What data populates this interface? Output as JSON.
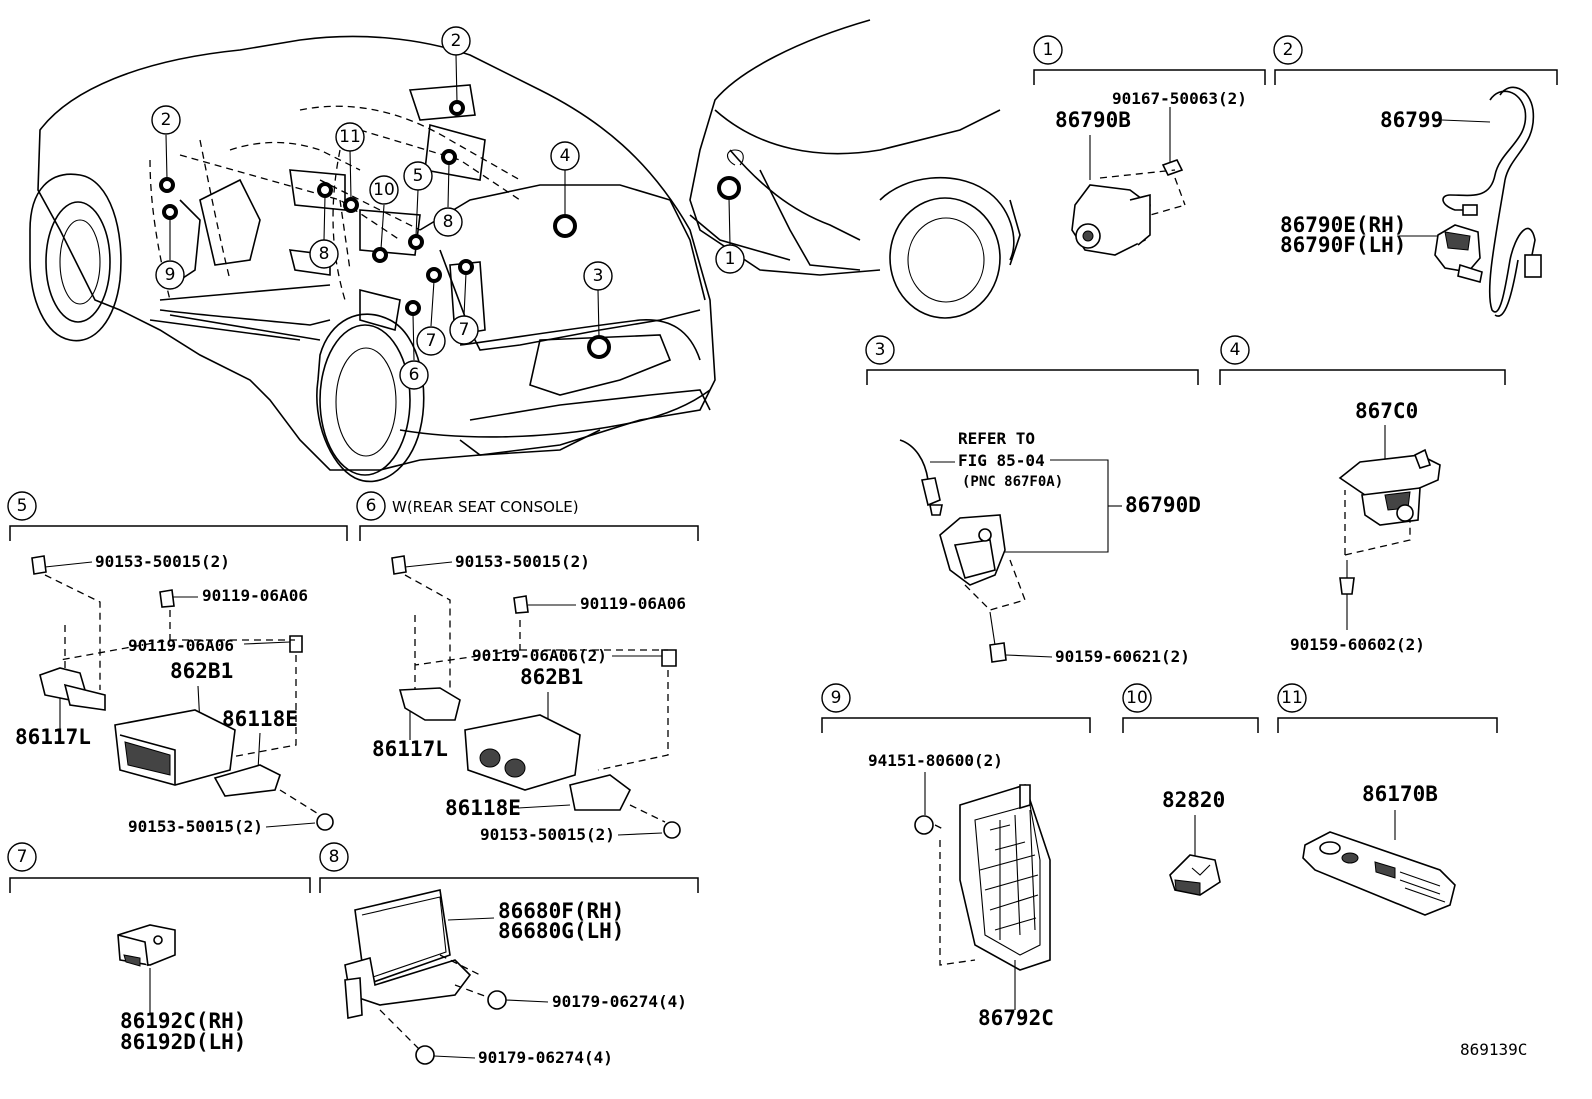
{
  "figure_code": "869139C",
  "sections": [
    {
      "id": "1",
      "title": ""
    },
    {
      "id": "2",
      "title": ""
    },
    {
      "id": "3",
      "title": ""
    },
    {
      "id": "4",
      "title": ""
    },
    {
      "id": "5",
      "title": ""
    },
    {
      "id": "6",
      "title": "W(REAR SEAT CONSOLE)"
    },
    {
      "id": "7",
      "title": ""
    },
    {
      "id": "8",
      "title": ""
    },
    {
      "id": "9",
      "title": ""
    },
    {
      "id": "10",
      "title": ""
    },
    {
      "id": "11",
      "title": ""
    }
  ],
  "overview_callouts": [
    "1",
    "2",
    "2",
    "3",
    "4",
    "5",
    "6",
    "7",
    "7",
    "8",
    "8",
    "9",
    "10",
    "11"
  ],
  "parts": {
    "s1_bolt": "90167-50063(2)",
    "s1_camera": "86790B",
    "s2_cable": "86799",
    "s2_cam_rh": "86790E(RH)",
    "s2_cam_lh": "86790F(LH)",
    "s3_refer_1": "REFER TO",
    "s3_refer_2": "FIG 85-04",
    "s3_refer_3": "(PNC 867F0A)",
    "s3_camera": "86790D",
    "s3_screw": "90159-60621(2)",
    "s4_unit": "867C0",
    "s4_screw": "90159-60602(2)",
    "s5_bolt_a": "90153-50015(2)",
    "s5_bolt_b": "90119-06A06",
    "s5_bolt_c": "90119-06A06",
    "s5_unit": "862B1",
    "s5_bracket_r": "86118E",
    "s5_bracket_l": "86117L",
    "s5_bolt_d": "90153-50015(2)",
    "s6_bolt_a": "90153-50015(2)",
    "s6_bolt_b": "90119-06A06",
    "s6_bolt_c": "90119-06A06(2)",
    "s6_unit": "862B1",
    "s6_bracket_l": "86117L",
    "s6_bracket_r": "86118E",
    "s6_bolt_d": "90153-50015(2)",
    "s7_rh": "86192C(RH)",
    "s7_lh": "86192D(LH)",
    "s8_rh": "86680F(RH)",
    "s8_lh": "86680G(LH)",
    "s8_nut_a": "90179-06274(4)",
    "s8_nut_b": "90179-06274(4)",
    "s9_nut": "94151-80600(2)",
    "s9_unit": "86792C",
    "s10_switch": "82820",
    "s11_remote": "86170B"
  }
}
